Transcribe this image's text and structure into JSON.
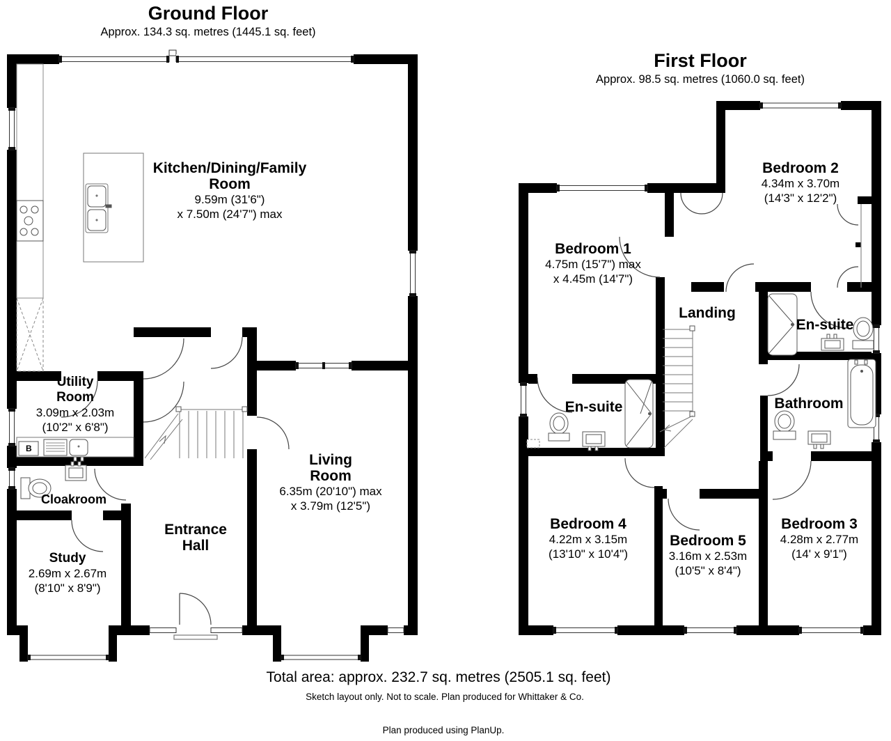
{
  "ground_floor": {
    "title": "Ground Floor",
    "subtitle": "Approx. 134.3 sq. metres (1445.1 sq. feet)",
    "rooms": {
      "kitchen": {
        "name1": "Kitchen/Dining/Family",
        "name2": "Room",
        "dim1": "9.59m (31'6\")",
        "dim2": "x 7.50m (24'7\") max"
      },
      "utility": {
        "name1": "Utility",
        "name2": "Room",
        "dim1": "3.09m x 2.03m",
        "dim2": "(10'2\" x 6'8\")"
      },
      "cloakroom": {
        "name1": "Cloakroom"
      },
      "study": {
        "name1": "Study",
        "dim1": "2.69m x 2.67m",
        "dim2": "(8'10\" x 8'9\")"
      },
      "entrance_hall": {
        "name1": "Entrance",
        "name2": "Hall"
      },
      "living": {
        "name1": "Living",
        "name2": "Room",
        "dim1": "6.35m (20'10\") max",
        "dim2": "x 3.79m (12'5\")"
      }
    },
    "boiler_label": "B"
  },
  "first_floor": {
    "title": "First Floor",
    "subtitle": "Approx. 98.5 sq. metres (1060.0 sq. feet)",
    "rooms": {
      "bedroom1": {
        "name1": "Bedroom 1",
        "dim1": "4.75m (15'7\") max",
        "dim2": "x 4.45m (14'7\")"
      },
      "bedroom2": {
        "name1": "Bedroom 2",
        "dim1": "4.34m x 3.70m",
        "dim2": "(14'3\" x 12'2\")"
      },
      "bedroom3": {
        "name1": "Bedroom 3",
        "dim1": "4.28m x 2.77m",
        "dim2": "(14' x 9'1\")"
      },
      "bedroom4": {
        "name1": "Bedroom 4",
        "dim1": "4.22m x 3.15m",
        "dim2": "(13'10\" x 10'4\")"
      },
      "bedroom5": {
        "name1": "Bedroom 5",
        "dim1": "3.16m x 2.53m",
        "dim2": "(10'5\" x 8'4\")"
      },
      "landing": {
        "name1": "Landing"
      },
      "ensuite1": {
        "name1": "En-suite"
      },
      "ensuite2": {
        "name1": "En-suite"
      },
      "bathroom": {
        "name1": "Bathroom"
      }
    }
  },
  "footer": {
    "total": "Total area: approx. 232.7 sq. metres (2505.1 sq. feet)",
    "note": "Sketch layout only. Not to scale. Plan produced for Whittaker & Co.",
    "credit": "Plan produced using PlanUp."
  },
  "colors": {
    "wall": "#000000",
    "fixture": "#555555",
    "window_line": "#333333",
    "background": "#ffffff"
  }
}
